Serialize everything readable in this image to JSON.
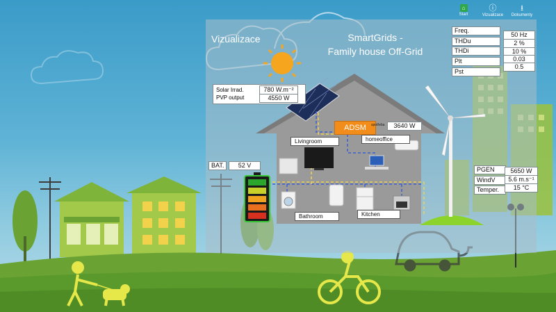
{
  "toolbar": {
    "start": "Start",
    "vizualizace": "Vizualizace",
    "dokumenty": "Dokumenty"
  },
  "panel": {
    "section_title": "Vizualizace",
    "title_line1": "SmartGrids -",
    "title_line2": "Family house Off-Grid"
  },
  "solar": {
    "irrad_label": "Solar Irrad.",
    "irrad_value": "780 W.m⁻²",
    "pvp_label": "PVP output",
    "pvp_value": "4550 W"
  },
  "battery": {
    "label": "BAT.",
    "value": "52 V",
    "level_fraction": 0.75
  },
  "adsm": {
    "label": "ADSM",
    "spotreba_label": "spotřeba",
    "spotreba_value": "3640 W"
  },
  "rooms": {
    "livingroom": "Livingroom",
    "homeoffice": "homeoffice",
    "bathroom": "Bathroom",
    "kitchen": "Kitchen"
  },
  "grid_params": [
    {
      "label": "Freq.",
      "value": "50 Hz"
    },
    {
      "label": "THDu",
      "value": "2 %"
    },
    {
      "label": "THDi",
      "value": "10 %"
    },
    {
      "label": "Plt",
      "value": "0.03"
    },
    {
      "label": "Pst",
      "value": "0.5"
    }
  ],
  "wind": {
    "pgen_label": "PGEN",
    "pgen_value": "5650 W",
    "windv_label": "WindV",
    "windv_value": "5.6 m.s⁻¹",
    "temper_label": "Temper.",
    "temper_value": "15 °C"
  },
  "icons": [
    "start-icon",
    "info-icon",
    "download-icon",
    "sun-icon",
    "cloud-icon",
    "solar-panel-icon",
    "battery-icon",
    "wind-turbine-icon",
    "tv-icon",
    "computer-icon",
    "washer-icon",
    "fridge-icon",
    "stove-icon",
    "ev-car-icon",
    "cyclist-icon",
    "walker-icon"
  ],
  "colors": {
    "accent": "#f28c1a",
    "grass": "#6aa333",
    "building": "#9bc23c"
  }
}
